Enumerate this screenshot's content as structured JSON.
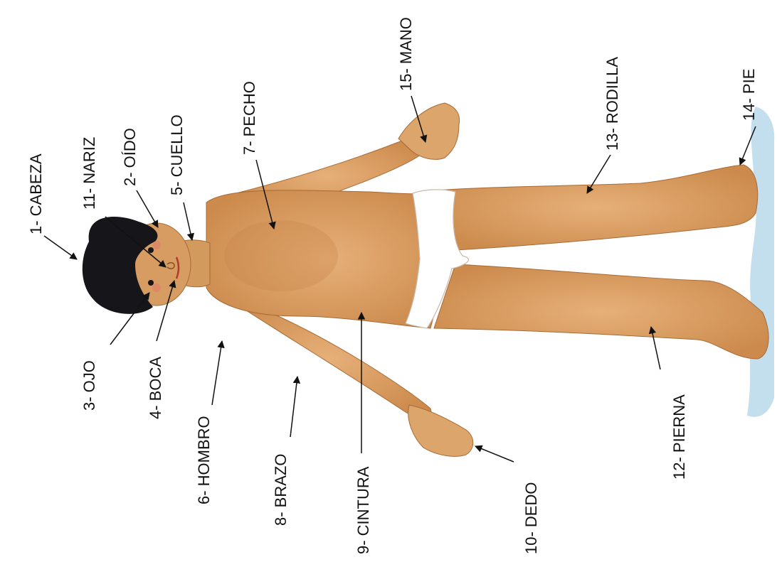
{
  "labels": {
    "cabeza": "1- CABEZA",
    "oido": "2- OÍDO",
    "ojo": "3- OJO",
    "boca": "4- BOCA",
    "cuello": "5- CUELLO",
    "hombro": "6- HOMBRO",
    "pecho": "7- PECHO",
    "brazo": "8- BRAZO",
    "cintura": "9- CINTURA",
    "dedo": "10- DEDO",
    "nariz": "11- NARIZ",
    "pierna": "12- PIERNA",
    "rodilla": "13- RODILLA",
    "pie": "14- PIE",
    "mano": "15- MANO"
  },
  "colors": {
    "skin": "#d9a064",
    "skin_shadow": "#b9763e",
    "hair": "#16161a",
    "shorts": "#ffffff",
    "water": "#b9d8ea",
    "ink": "#111111"
  }
}
